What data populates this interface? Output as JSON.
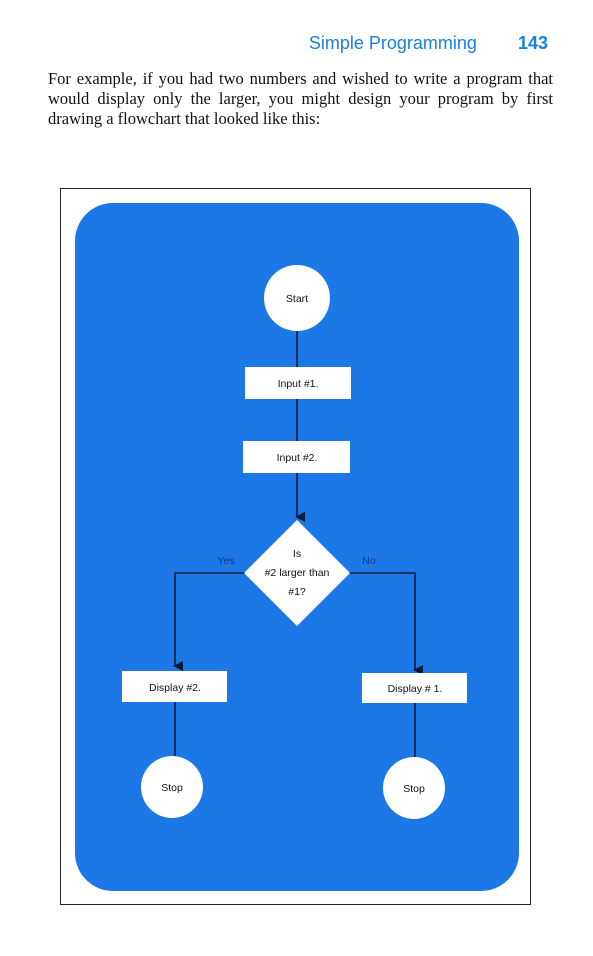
{
  "header": {
    "title": "Simple Programming",
    "page_number": "143"
  },
  "intro": {
    "text": "For example, if you had two numbers and wished to write a program that would display only the larger, you might design your program by first drawing a flowchart that looked like this:"
  },
  "flowchart": {
    "background_color": "#1c78e6",
    "start": "Start",
    "input1": "Input #1.",
    "input2": "Input #2.",
    "decision": {
      "line1": "Is",
      "line2": "#2 larger than",
      "line3": "#1?"
    },
    "yes_label": "Yes",
    "no_label": "No",
    "display_left": "Display #2.",
    "display_right": "Display # 1.",
    "stop_left": "Stop",
    "stop_right": "Stop"
  }
}
